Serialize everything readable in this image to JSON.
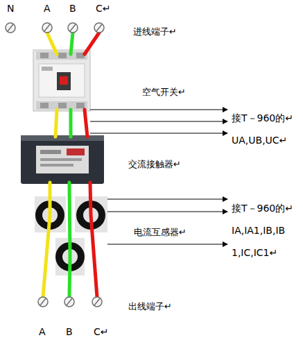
{
  "diagram": {
    "nodes": [
      {
        "text": [
          "空气开关↵"
        ]
      },
      {
        "text": [
          "交流接触器↵"
        ]
      },
      {
        "text": [
          "电流互感器↵"
        ]
      },
      {
        "text": [
          "接T－960的↵ UA,UB,UC↵"
        ]
      },
      {
        "text": [
          "接T－960的↵ IA,IA1,IB,IB 1,IC,IC1↵"
        ]
      }
    ],
    "edges": [
      {
        "from": 0,
        "to": 3,
        "arrow": "to"
      },
      {
        "from": 0,
        "to": 3,
        "arrow": "to"
      },
      {
        "from": 0,
        "to": 3,
        "arrow": "to"
      },
      {
        "from": 2,
        "to": 4,
        "arrow": "to"
      },
      {
        "from": 2,
        "to": 4,
        "arrow": "to"
      },
      {
        "from": 2,
        "to": 4,
        "arrow": "to"
      }
    ],
    "labels": [
      "N",
      "A",
      "B",
      "C↵",
      "进线端子↵",
      "出线端子↵",
      "A",
      "B",
      "C↵"
    ]
  }
}
